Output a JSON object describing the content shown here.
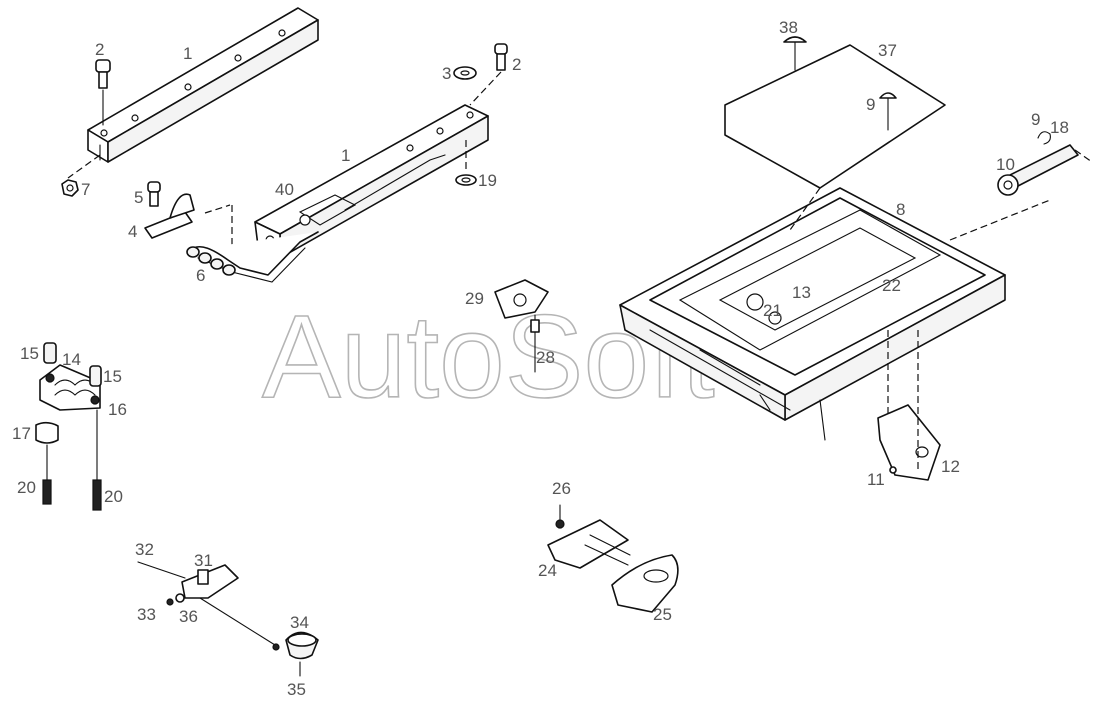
{
  "watermark": "AutoSoft",
  "colors": {
    "label": "#555555",
    "line": "#111111",
    "watermark": "#b5b5b5"
  },
  "labels": {
    "l1a": "1",
    "l1b": "1",
    "l2a": "2",
    "l2b": "2",
    "l3": "3",
    "l4": "4",
    "l5": "5",
    "l6": "6",
    "l7": "7",
    "l8": "8",
    "l9a": "9",
    "l9b": "9",
    "l10": "10",
    "l11": "11",
    "l12": "12",
    "l13": "13",
    "l14": "14",
    "l15a": "15",
    "l15b": "15",
    "l16": "16",
    "l17": "17",
    "l18": "18",
    "l19": "19",
    "l20a": "20",
    "l20b": "20",
    "l21": "21",
    "l22": "22",
    "l24": "24",
    "l25": "25",
    "l26": "26",
    "l28": "28",
    "l29": "29",
    "l31": "31",
    "l32": "32",
    "l33": "33",
    "l34": "34",
    "l35": "35",
    "l36": "36",
    "l37": "37",
    "l38": "38",
    "l40": "40"
  }
}
